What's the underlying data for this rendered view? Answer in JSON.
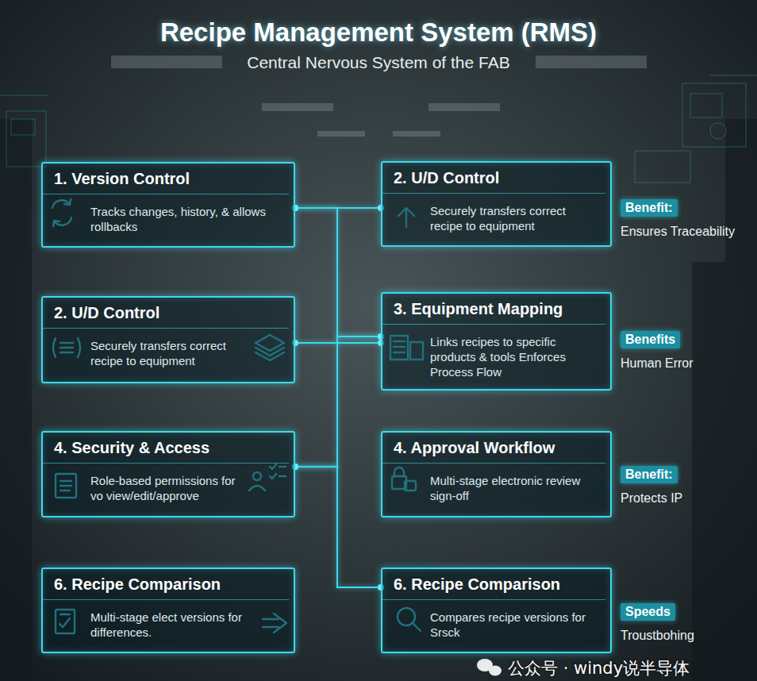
{
  "diagram": {
    "title": "Recipe Management System (RMS)",
    "nodes": [
      {
        "text": [
          "1. Version Control",
          "Tracks changes, history, & allows rollbacks"
        ]
      },
      {
        "text": [
          "2. U/D Control",
          "Securely transfers correct recipe to equipment"
        ]
      },
      {
        "text": [
          "2. U/D Control",
          "Securely transfers correct recipe to equipment"
        ]
      },
      {
        "text": [
          "3. Equipment Mapping",
          "Links recipes to specific products & tools Enforces Process Flow"
        ]
      },
      {
        "text": [
          "4. Security & Access",
          "Role-based permissions for vo view/edit/approve"
        ]
      },
      {
        "text": [
          "4. Approval Workflow",
          "Multi-stage electronic review sign-off"
        ]
      },
      {
        "text": [
          "6. Recipe Comparison",
          "Multi-stage elect versions for differences."
        ]
      },
      {
        "text": [
          "6. Recipe Comparison",
          "Compares recipe versions for Srsck"
        ]
      },
      {
        "text": [
          "Benefit:",
          "Ensures Traceability"
        ]
      },
      {
        "text": [
          "Benefits",
          "Human Error"
        ]
      },
      {
        "text": [
          "Benefit:",
          "Protects IP"
        ]
      },
      {
        "text": [
          "Speeds",
          "Troustbohing"
        ]
      }
    ],
    "edges": [
      {
        "from": 0,
        "to": 1,
        "arrow": "none"
      },
      {
        "from": 0,
        "to": 3,
        "arrow": "none"
      },
      {
        "from": 2,
        "to": 3,
        "arrow": "none"
      },
      {
        "from": 4,
        "to": 3,
        "arrow": "none"
      },
      {
        "from": 4,
        "to": 7,
        "arrow": "none"
      }
    ],
    "labels": [
      "Central Nervous System of the FAB",
      "公众号 · windy说半导体"
    ]
  }
}
